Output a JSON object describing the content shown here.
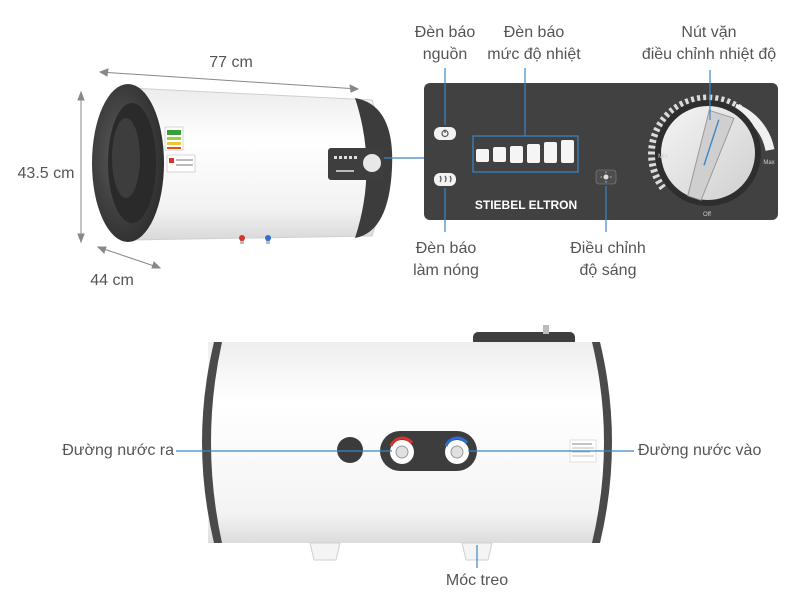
{
  "dimensions": {
    "width_label": "77 cm",
    "height_label": "43.5 cm",
    "depth_label": "44 cm"
  },
  "panel": {
    "brand": "STIEBEL ELTRON",
    "dial_min": "Min",
    "dial_max": "Max",
    "dial_off": "Off"
  },
  "labels": {
    "power_indicator": [
      "Đèn báo",
      "nguồn"
    ],
    "temp_level_indicator": [
      "Đèn báo",
      "mức độ nhiệt"
    ],
    "temp_knob": [
      "Nút vặn",
      "điều chỉnh nhiệt độ"
    ],
    "heating_indicator": [
      "Đèn báo",
      "làm nóng"
    ],
    "brightness_adjust": [
      "Điều chỉnh",
      "độ sáng"
    ],
    "water_outlet": "Đường nước ra",
    "water_inlet": "Đường nước vào",
    "hanging_hook": "Móc treo"
  },
  "colors": {
    "panel_bg": "#414141",
    "leader_line": "#3a87c9",
    "tank_body": "#f4f4f4",
    "end_cap": "#4a4a4a",
    "hot_pipe": "#d8322c",
    "cold_pipe": "#2c6fd8"
  }
}
